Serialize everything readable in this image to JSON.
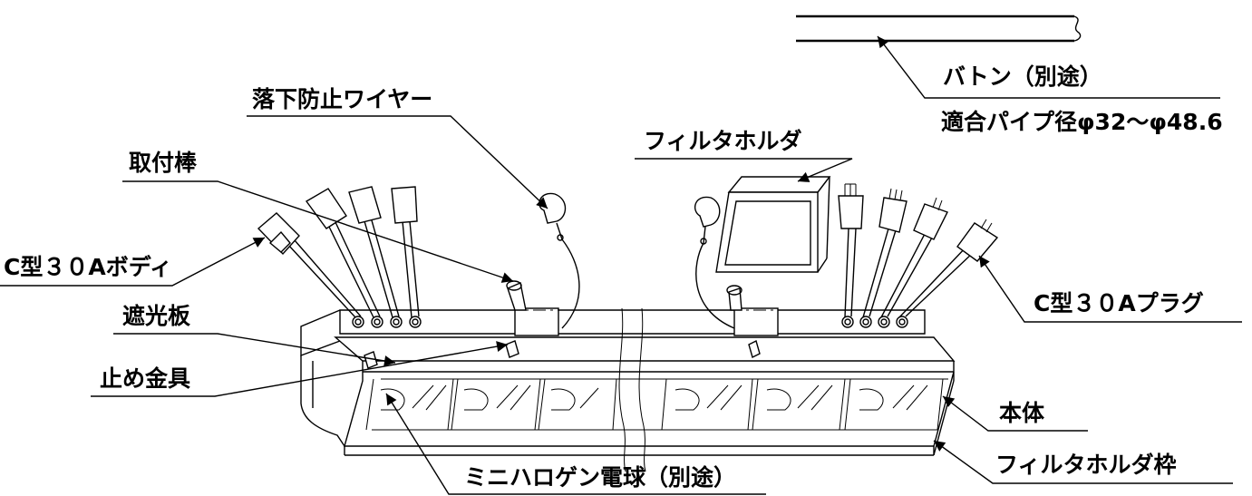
{
  "labels": {
    "baton": "バトン（別途）",
    "pipe_spec": "適合パイプ径φ32～φ48.6",
    "fall_wire": "落下防止ワイヤー",
    "filter_holder": "フィルタホルダ",
    "mount_rod": "取付棒",
    "c30a_body": "C型３０Aボディ",
    "c30a_plug": "C型３０Aプラグ",
    "light_shield": "遮光板",
    "fastener": "止め金具",
    "main_body": "本体",
    "filter_frame": "フィルタホルダ枠",
    "halogen_bulb": "ミニハロゲン電球（別途）"
  }
}
